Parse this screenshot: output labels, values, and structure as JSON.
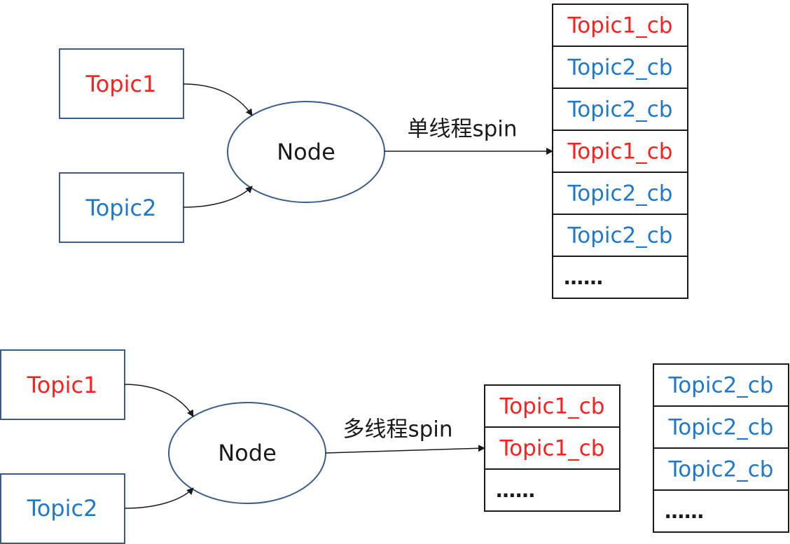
{
  "colors": {
    "topic1": "#ff1f1f",
    "topic2": "#1f78c8",
    "box_border": "#3a5a8a",
    "ellipse_border": "#3a5a8a",
    "text": "#1a1a1a",
    "line": "#1a1a1a"
  },
  "top_section": {
    "topic1": "Topic1",
    "topic2": "Topic2",
    "node": "Node",
    "arrow_label": "单线程spin",
    "queue": [
      {
        "label": "Topic1_cb",
        "topic": "topic1"
      },
      {
        "label": "Topic2_cb",
        "topic": "topic2"
      },
      {
        "label": "Topic2_cb",
        "topic": "topic2"
      },
      {
        "label": "Topic1_cb",
        "topic": "topic1"
      },
      {
        "label": "Topic2_cb",
        "topic": "topic2"
      },
      {
        "label": "Topic2_cb",
        "topic": "topic2"
      },
      {
        "label": "……",
        "topic": "none"
      }
    ]
  },
  "bottom_section": {
    "topic1": "Topic1",
    "topic2": "Topic2",
    "node": "Node",
    "arrow_label": "多线程spin",
    "queue_a": [
      {
        "label": "Topic1_cb",
        "topic": "topic1"
      },
      {
        "label": "Topic1_cb",
        "topic": "topic1"
      },
      {
        "label": "……",
        "topic": "none"
      }
    ],
    "queue_b": [
      {
        "label": "Topic2_cb",
        "topic": "topic2"
      },
      {
        "label": "Topic2_cb",
        "topic": "topic2"
      },
      {
        "label": "Topic2_cb",
        "topic": "topic2"
      },
      {
        "label": "……",
        "topic": "none"
      }
    ]
  }
}
